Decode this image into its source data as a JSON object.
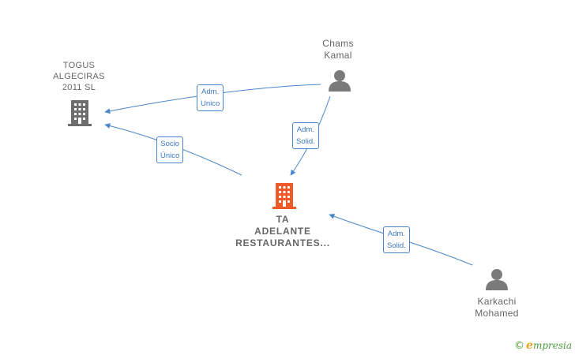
{
  "nodes": {
    "togus": {
      "line1": "TOGUS",
      "line2": "ALGECIRAS",
      "line3": "2011  SL"
    },
    "ta": {
      "line1": "TA",
      "line2": "ADELANTE",
      "line3": "RESTAURANTES..."
    },
    "chams": {
      "line1": "Chams",
      "line2": "Kamal"
    },
    "karkachi": {
      "line1": "Karkachi",
      "line2": "Mohamed"
    }
  },
  "edges": {
    "chams_togus": {
      "line1": "Adm.",
      "line2": "Unico"
    },
    "ta_togus": {
      "line1": "Socio",
      "line2": "Único"
    },
    "chams_ta": {
      "line1": "Adm.",
      "line2": "Solid."
    },
    "karkachi_ta": {
      "line1": "Adm.",
      "line2": "Solid."
    }
  },
  "colors": {
    "edge": "#4a86c8",
    "company_gray": "#6d6d6d",
    "company_main": "#f05a28",
    "person": "#7a7a7a"
  },
  "footer": {
    "copyright": "©",
    "brand_initial": "e",
    "brand_rest": "mpresia"
  }
}
